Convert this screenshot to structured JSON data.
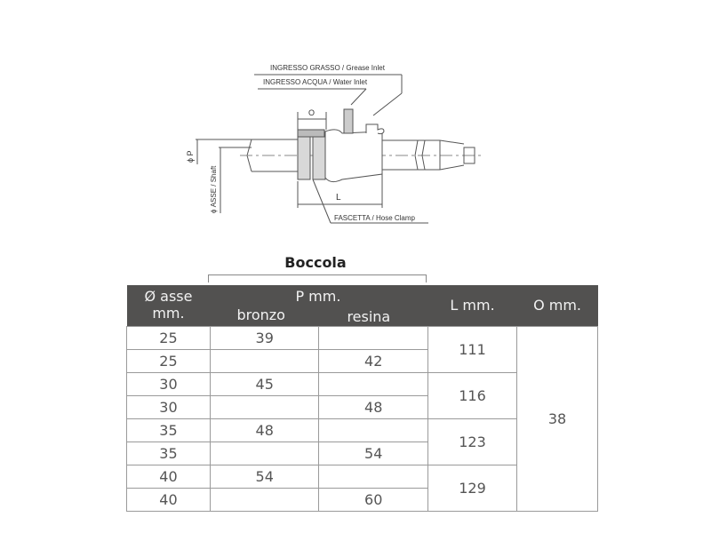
{
  "drawing": {
    "labels": {
      "grease_inlet": "INGRESSO GRASSO / Grease Inlet",
      "water_inlet": "INGRESSO ACQUA / Water Inlet",
      "hose_clamp": "FASCETTA / Hose Clamp",
      "dim_o": "O",
      "dim_l": "L",
      "dim_p": "ϕ P",
      "dim_shaft": "ϕ ASSE / Shaft"
    }
  },
  "table": {
    "group_title": "Boccola",
    "headers": {
      "asse": "Ø asse",
      "asse_unit": "mm.",
      "p": "P mm.",
      "bronzo": "bronzo",
      "resina": "resina",
      "l": "L mm.",
      "o": "O mm."
    },
    "rows": [
      {
        "asse": "25",
        "bronzo": "39",
        "resina": ""
      },
      {
        "asse": "25",
        "bronzo": "",
        "resina": "42"
      },
      {
        "asse": "30",
        "bronzo": "45",
        "resina": ""
      },
      {
        "asse": "30",
        "bronzo": "",
        "resina": "48"
      },
      {
        "asse": "35",
        "bronzo": "48",
        "resina": ""
      },
      {
        "asse": "35",
        "bronzo": "",
        "resina": "54"
      },
      {
        "asse": "40",
        "bronzo": "54",
        "resina": ""
      },
      {
        "asse": "40",
        "bronzo": "",
        "resina": "60"
      }
    ],
    "l_values": [
      "111",
      "116",
      "123",
      "129"
    ],
    "o_value": "38"
  }
}
